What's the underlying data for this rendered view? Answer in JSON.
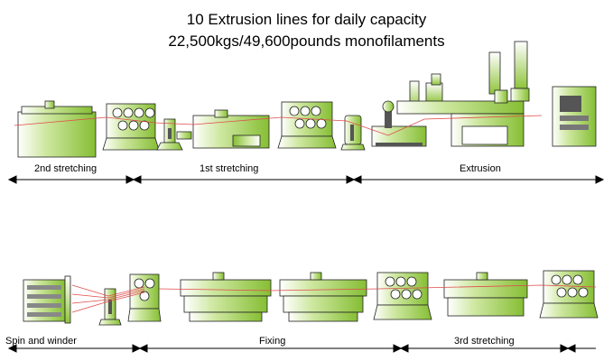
{
  "title": {
    "line1": "10 Extrusion lines for daily capacity",
    "line2": "22,500kgs/49,600pounds monofilaments"
  },
  "sections": {
    "top": [
      "2nd stretching",
      "1st stretching",
      "Extrusion"
    ],
    "bottom": [
      "Spin and winder",
      "Fixing",
      "3rd stretching"
    ]
  },
  "colors": {
    "machine_green": "#8fc43c",
    "machine_light": "#e6f4cc",
    "filament": "#e04a4a",
    "panel": "#555555",
    "arrow": "#000000"
  }
}
